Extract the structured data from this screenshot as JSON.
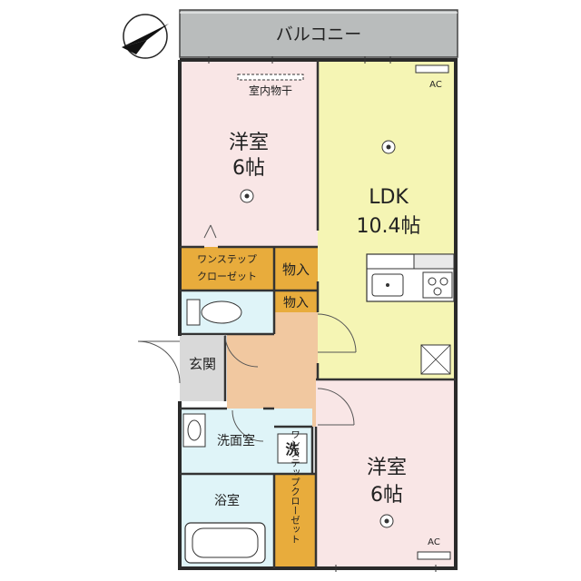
{
  "balcony": "バルコニー",
  "rooms": {
    "western_north": {
      "name": "洋室",
      "size": "6帖",
      "drying": "室内物干"
    },
    "ldk": {
      "name": "LDK",
      "size": "10.4帖",
      "ac": "AC"
    },
    "western_south": {
      "name": "洋室",
      "size": "6帖",
      "ac": "AC"
    },
    "walkin_top_line1": "ワンステップ",
    "walkin_top_line2": "クローゼット",
    "walkin_side": "ワンステップクローゼット",
    "storage1": "物入",
    "storage2": "物入",
    "entrance": "玄関",
    "washroom": "洗面室",
    "bathroom": "浴室",
    "washer": "洗"
  },
  "colors": {
    "balcony": "#b9bcbc",
    "western": "#f9e6e6",
    "ldk": "#f5f5b4",
    "closet": "#e8ac3c",
    "wet": "#dff4f8",
    "hall": "#f1c8a0",
    "entrance": "#d9d9d9"
  },
  "icons": [
    "compass-north-arrow-icon",
    "light-fixture-icon",
    "toilet-icon",
    "sink-icon",
    "stove-icon",
    "bathtub-icon",
    "vent-fan-icon"
  ]
}
